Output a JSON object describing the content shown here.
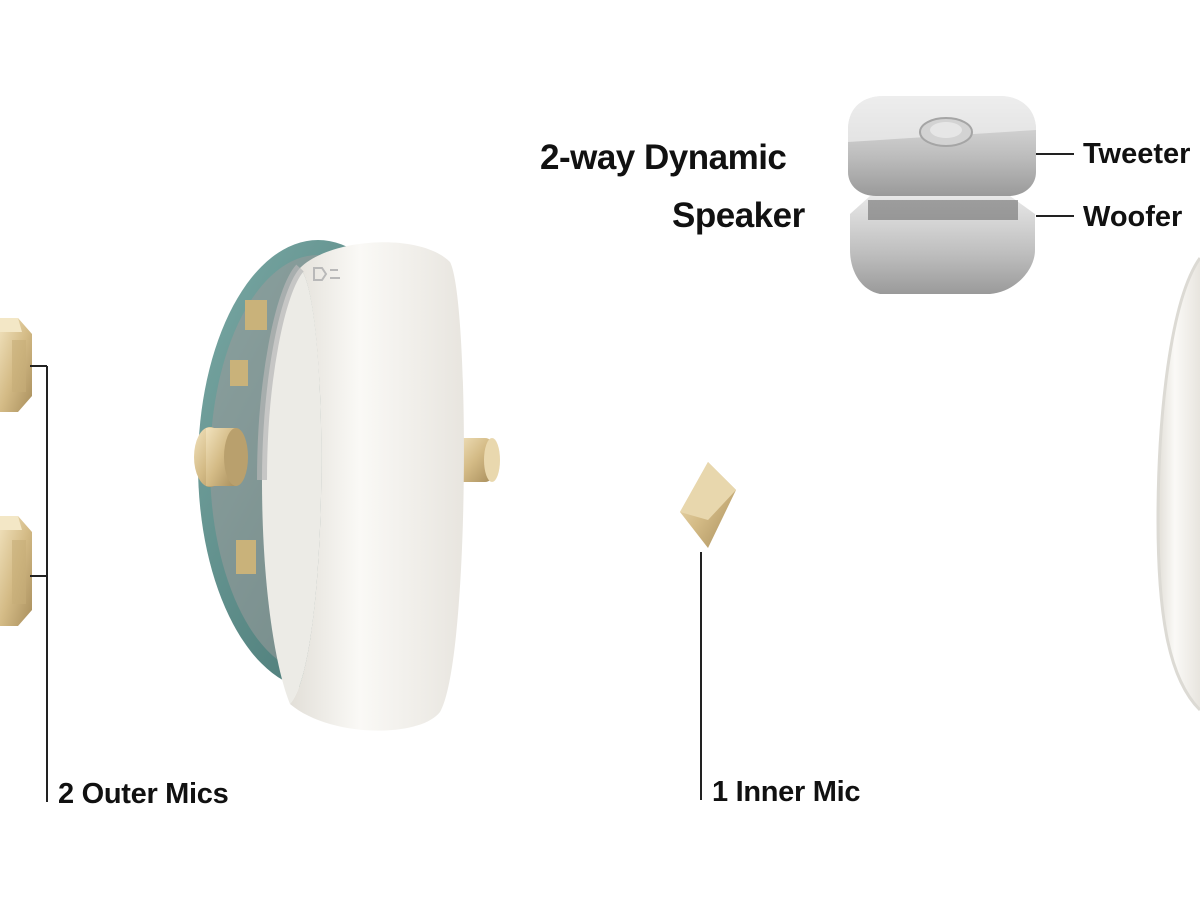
{
  "labels": {
    "speaker_line1": "2-way Dynamic",
    "speaker_line2": "Speaker",
    "tweeter": "Tweeter",
    "woofer": "Woofer",
    "outer_mics": "2 Outer Mics",
    "inner_mic": "1 Inner Mic"
  },
  "colors": {
    "background": "#ffffff",
    "label_text": "#111111",
    "leader_line": "#222222",
    "mic_gold": "#d8c18f",
    "housing_white": "#f2f0eb",
    "pcb_teal": "#5b8f8c",
    "speaker_silver": "#c9c9c9"
  }
}
